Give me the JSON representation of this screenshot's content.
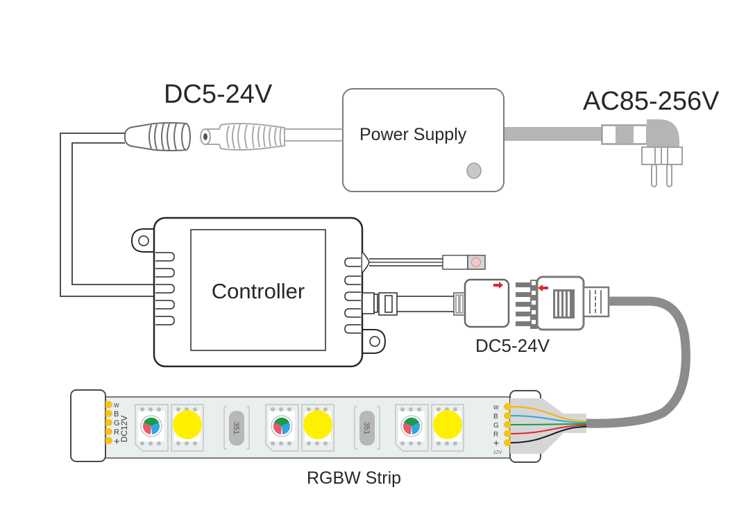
{
  "title": "RGBW LED strip wiring diagram",
  "labels": {
    "input_voltage_top": "DC5-24V",
    "mains_voltage": "AC85-256V",
    "power_supply": "Power Supply",
    "controller": "Controller",
    "output_voltage": "DC5-24V",
    "strip": "RGBW Strip"
  },
  "strip": {
    "left_pads": [
      "W",
      "B",
      "G",
      "R",
      "+"
    ],
    "left_voltage": "DC12V",
    "right_pads": [
      "W",
      "B",
      "G",
      "R",
      "+"
    ],
    "right_voltage": "12V",
    "resistor_code": "351",
    "segments": 3
  },
  "wire_colors": {
    "W": "#f4b400",
    "B": "#2aa9e0",
    "G": "#1a9a4a",
    "R": "#e0262b",
    "+": "#1a1a1a"
  },
  "colors": {
    "outline_dark": "#2a2626",
    "outline_gray": "#8a8a8a",
    "cable_gray": "#8c8c8c",
    "plug_gray": "#b5b5b5",
    "pad_yellow": "#f6c21b",
    "white_led": "#fff000",
    "arrow_red": "#e0262b",
    "sensor_pink": "#f5c6cb",
    "strip_bg": "#e9eeee"
  }
}
